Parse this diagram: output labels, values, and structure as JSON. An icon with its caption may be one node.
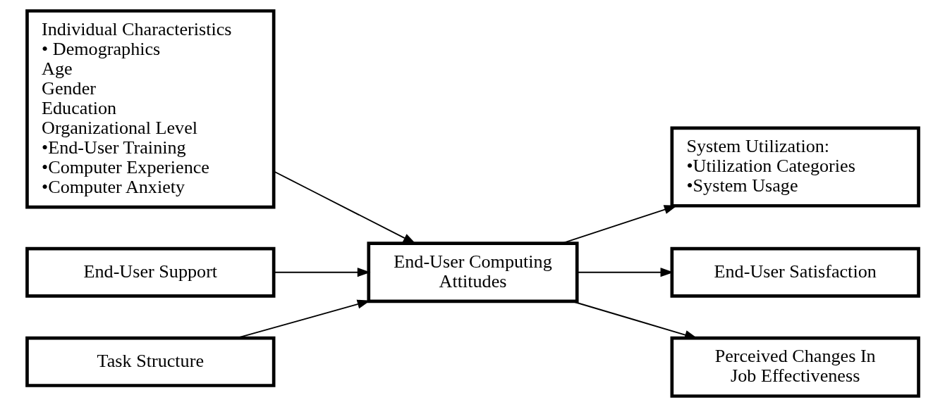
{
  "diagram": {
    "nodes": [
      {
        "text": [
          "Individual Characteristics",
          "• Demographics",
          "Age",
          "Gender",
          "Education",
          "Organizational Level",
          "•End-User Training",
          "•Computer Experience",
          "•Computer Anxiety"
        ]
      },
      {
        "text": [
          "End-User Support"
        ]
      },
      {
        "text": [
          "Task Structure"
        ]
      },
      {
        "text": [
          "End-User Computing Attitudes"
        ]
      },
      {
        "text": [
          "System Utilization:",
          "•Utilization Categories",
          "•System Usage"
        ]
      },
      {
        "text": [
          "End-User Satisfaction"
        ]
      },
      {
        "text": [
          "Perceived Changes In Job Effectiveness"
        ]
      }
    ],
    "edges": [
      {
        "from": 0,
        "to": 3,
        "arrow": "to"
      },
      {
        "from": 1,
        "to": 3,
        "arrow": "to"
      },
      {
        "from": 2,
        "to": 3,
        "arrow": "to"
      },
      {
        "from": 3,
        "to": 4,
        "arrow": "to"
      },
      {
        "from": 3,
        "to": 5,
        "arrow": "to"
      },
      {
        "from": 3,
        "to": 6,
        "arrow": "to"
      }
    ]
  }
}
